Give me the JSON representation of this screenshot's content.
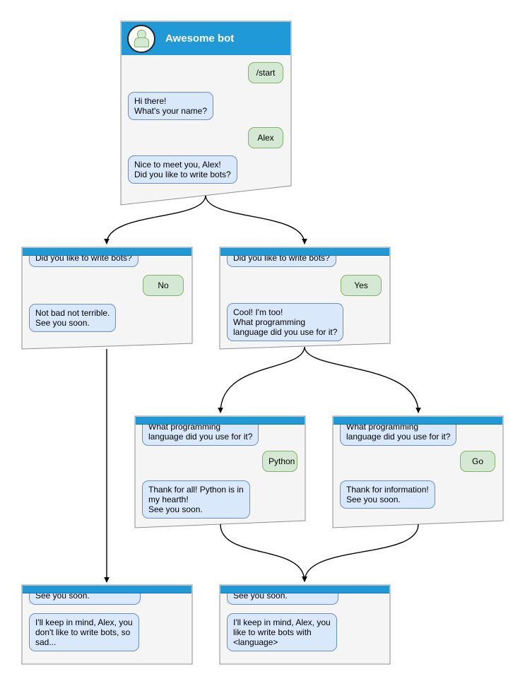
{
  "diagram": {
    "type": "chatbot-conversation-flowchart",
    "colors": {
      "accent": "#2199D6",
      "accent_border": "#1178AD",
      "panel_fill": "#F5F5F5",
      "panel_border": "#8F8F8F",
      "bot_bubble_fill": "#DAE8FC",
      "bot_bubble_border": "#6C8EBF",
      "user_bubble_fill": "#D5E8D4",
      "user_bubble_border": "#82B366",
      "connector": "#000000"
    }
  },
  "nodes": {
    "root": {
      "title": "Awesome bot",
      "avatar_icon": "person-icon",
      "messages": [
        {
          "from": "user",
          "text": "/start"
        },
        {
          "from": "bot",
          "text": "Hi there!\nWhat's your name?"
        },
        {
          "from": "user",
          "text": "Alex"
        },
        {
          "from": "bot",
          "text": "Nice to meet you, Alex!\nDid you like to write bots?"
        }
      ]
    },
    "branch_no": {
      "question": "Did you like to write bots?",
      "answer": "No",
      "reply": "Not bad not terrible.\nSee you soon."
    },
    "branch_yes": {
      "question": "Did you like to write bots?",
      "answer": "Yes",
      "reply": "Cool! I'm too!\nWhat programming\nlanguage did you use for it?"
    },
    "branch_python": {
      "question": "What programming\nlanguage did you use for it?",
      "answer": "Python",
      "reply": "Thank for all! Python is in\nmy hearth!\nSee you soon."
    },
    "branch_go": {
      "question": "What programming\nlanguage did you use for it?",
      "answer": "Go",
      "reply": "Thank for information!\nSee you soon."
    },
    "end_no": {
      "messages": [
        "See you soon.",
        "I'll keep in mind, Alex, you\ndon't like to write bots, so\nsad..."
      ]
    },
    "end_yes": {
      "messages": [
        "See you soon.",
        "I'll keep in mind, Alex, you\nlike to write bots with\n<language>"
      ]
    }
  },
  "edges": [
    {
      "from": "root",
      "to": "branch_no"
    },
    {
      "from": "root",
      "to": "branch_yes"
    },
    {
      "from": "branch_yes",
      "to": "branch_python"
    },
    {
      "from": "branch_yes",
      "to": "branch_go"
    },
    {
      "from": "branch_no",
      "to": "end_no"
    },
    {
      "from": "branch_python",
      "to": "end_yes"
    },
    {
      "from": "branch_go",
      "to": "end_yes"
    }
  ]
}
